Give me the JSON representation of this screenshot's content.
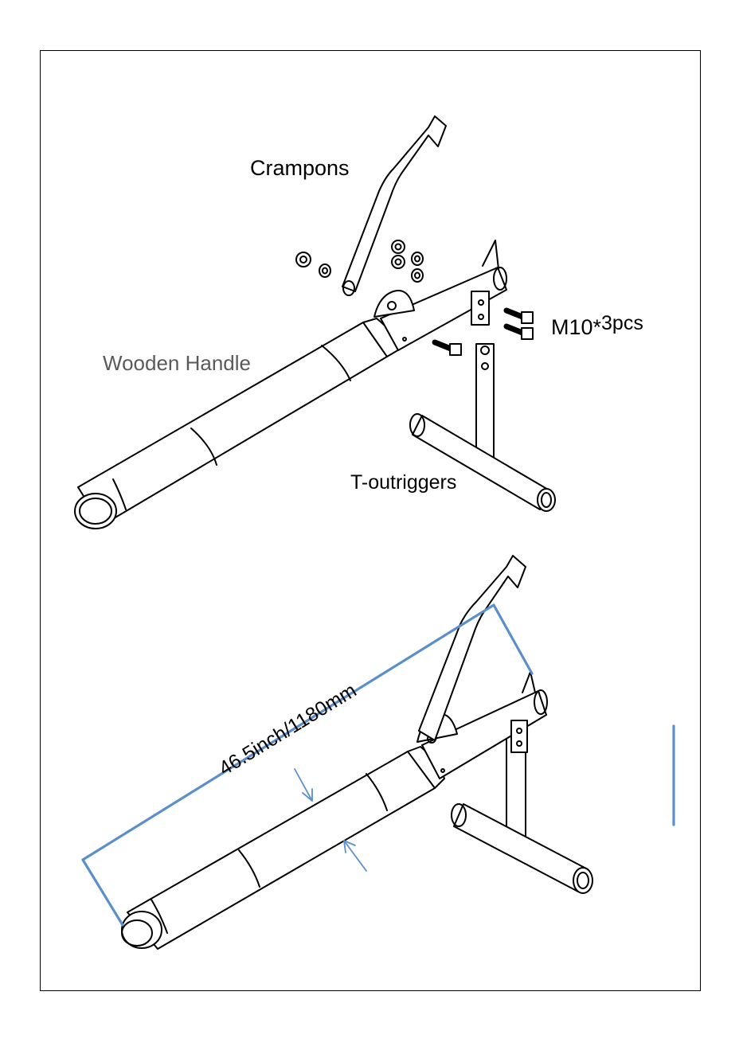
{
  "labels": {
    "crampons": "Crampons",
    "wooden_handle": "Wooden Handle",
    "bolts_main": "M10*",
    "bolts_qty": "3pcs",
    "t_outriggers": "T-outriggers",
    "dimension": "46.5inch/1180mm"
  },
  "colors": {
    "line_art": "#000000",
    "dimension_line": "#5b8fcb",
    "handle_label": "#5a5a5a"
  }
}
